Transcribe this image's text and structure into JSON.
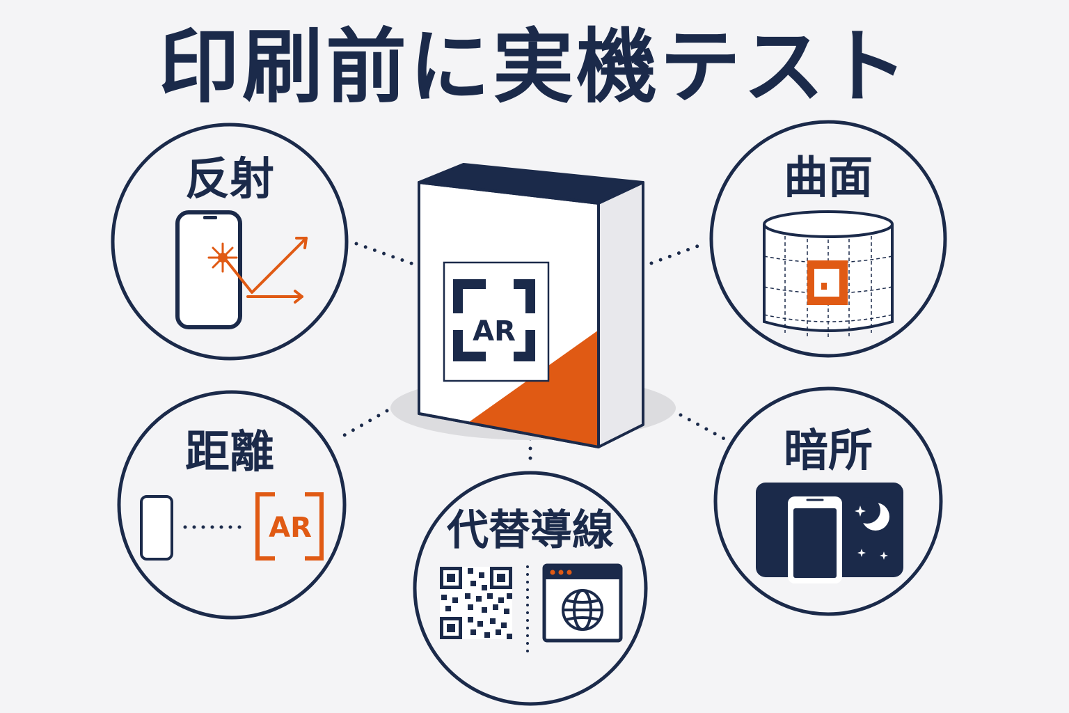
{
  "title": "印刷前に実機テスト",
  "center_product": {
    "marker_text": "AR"
  },
  "topics": [
    {
      "id": "reflection",
      "label": "反射"
    },
    {
      "id": "curved",
      "label": "曲面"
    },
    {
      "id": "distance",
      "label": "距離",
      "marker_text": "AR"
    },
    {
      "id": "fallback",
      "label": "代替導線"
    },
    {
      "id": "dark",
      "label": "暗所"
    }
  ],
  "colors": {
    "navy": "#1b2a4a",
    "orange": "#e05a14",
    "background": "#f4f4f6"
  }
}
